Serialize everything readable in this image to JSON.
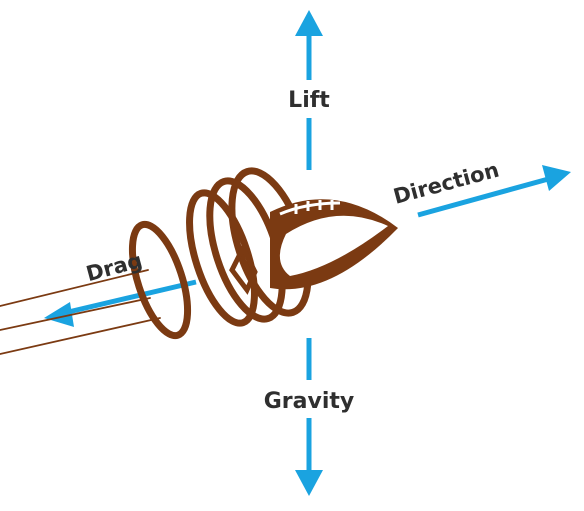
{
  "labels": {
    "lift": "Lift",
    "direction": "Direction",
    "drag": "Drag",
    "gravity": "Gravity"
  },
  "colors": {
    "arrow": "#1aa3e0",
    "ball": "#7b3a12",
    "text": "#2f2f2f",
    "background": "#ffffff"
  },
  "icons": {
    "football": "football-icon"
  }
}
